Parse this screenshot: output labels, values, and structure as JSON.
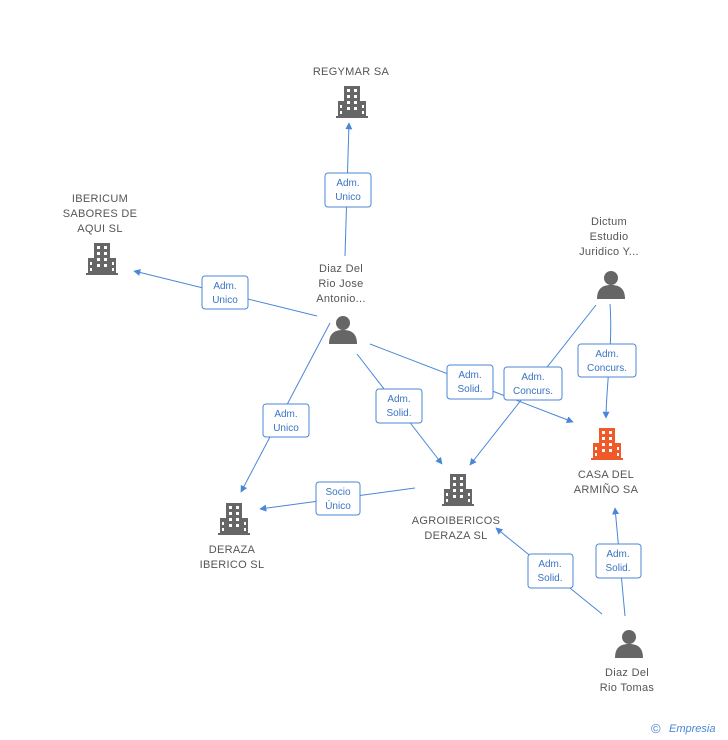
{
  "colors": {
    "edge": "#4a86d6",
    "company": "#666666",
    "highlight": "#f05a28",
    "person": "#666666"
  },
  "nodes": {
    "regymar": {
      "label": [
        "REGYMAR SA"
      ],
      "icon": "building-icon"
    },
    "ibericum": {
      "label": [
        "IBERICUM",
        "SABORES DE",
        "AQUI SL"
      ],
      "icon": "building-icon"
    },
    "diaz_jose": {
      "label": [
        "Diaz Del",
        "Rio Jose",
        "Antonio..."
      ],
      "icon": "person-icon"
    },
    "dictum": {
      "label": [
        "Dictum",
        "Estudio",
        "Juridico Y..."
      ],
      "icon": "person-icon"
    },
    "casa": {
      "label": [
        "CASA DEL",
        "ARMIÑO SA"
      ],
      "icon": "building-icon"
    },
    "agroibericos": {
      "label": [
        "AGROIBERICOS",
        "DERAZA SL"
      ],
      "icon": "building-icon"
    },
    "deraza": {
      "label": [
        "DERAZA",
        "IBERICO SL"
      ],
      "icon": "building-icon"
    },
    "diaz_tomas": {
      "label": [
        "Diaz Del",
        "Rio Tomas"
      ],
      "icon": "person-icon"
    }
  },
  "edges": {
    "e1": [
      "Adm.",
      "Unico"
    ],
    "e2": [
      "Adm.",
      "Unico"
    ],
    "e3": [
      "Adm.",
      "Unico"
    ],
    "e4": [
      "Adm.",
      "Solid."
    ],
    "e5": [
      "Adm.",
      "Solid."
    ],
    "e6": [
      "Adm.",
      "Concurs."
    ],
    "e7": [
      "Adm.",
      "Concurs."
    ],
    "e8": [
      "Socio",
      "Único"
    ],
    "e9": [
      "Adm.",
      "Solid."
    ],
    "e10": [
      "Adm.",
      "Solid."
    ]
  },
  "footer": {
    "copyright": "©",
    "brand": "Empresia"
  }
}
